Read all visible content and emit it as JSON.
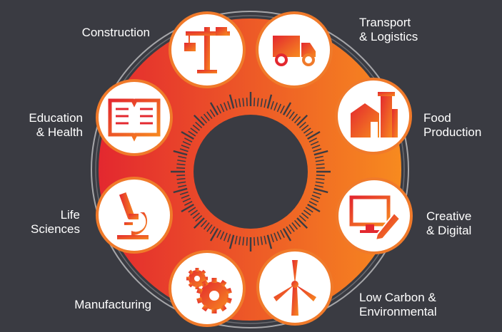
{
  "colors": {
    "background": "#3a3b42",
    "ring_start": "#e3282f",
    "ring_end": "#f78a1f",
    "icon_circle_fill": "#ffffff",
    "icon_border": "#f07a2a",
    "center_hole": "#3a3b42"
  },
  "sectors": [
    {
      "id": "construction",
      "label": "Construction",
      "icon": "crane-icon"
    },
    {
      "id": "transport",
      "label": "Transport\n& Logistics",
      "icon": "truck-icon"
    },
    {
      "id": "food",
      "label": "Food\nProduction",
      "icon": "factory-icon"
    },
    {
      "id": "creative",
      "label": "Creative\n& Digital",
      "icon": "monitor-pencil-icon"
    },
    {
      "id": "lowcarbon",
      "label": "Low Carbon &\nEnvironmental",
      "icon": "wind-turbine-icon"
    },
    {
      "id": "manufacturing",
      "label": "Manufacturing",
      "icon": "gears-icon"
    },
    {
      "id": "lifesciences",
      "label": "Life\nSciences",
      "icon": "microscope-icon"
    },
    {
      "id": "education",
      "label": "Education\n& Health",
      "icon": "book-icon"
    }
  ]
}
